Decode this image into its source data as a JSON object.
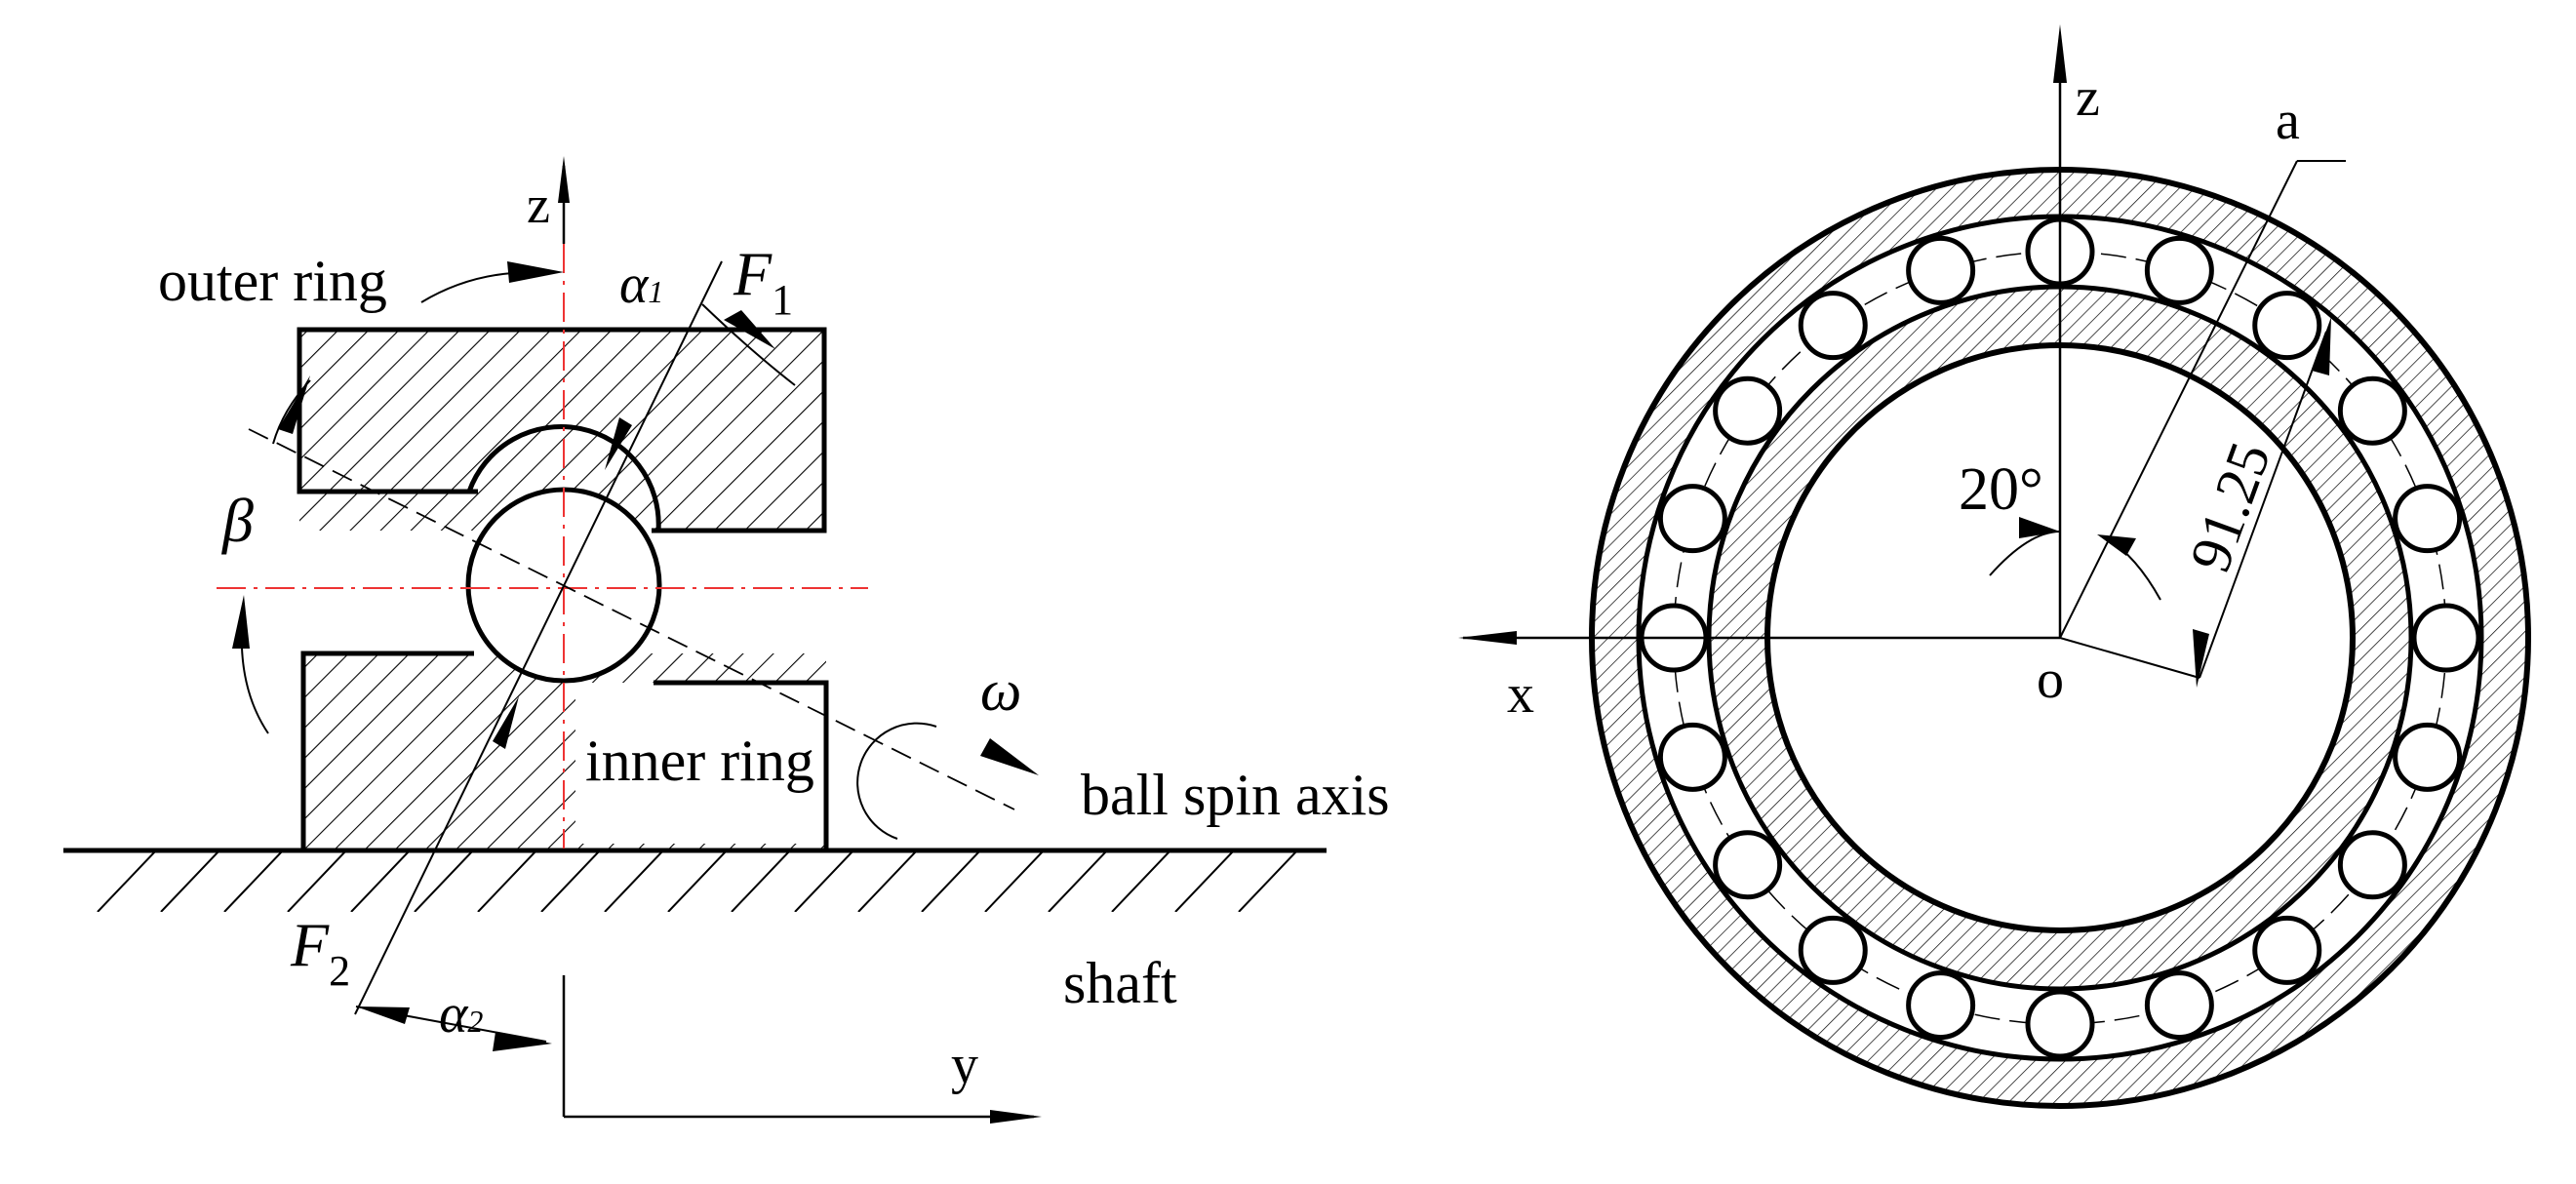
{
  "left_view": {
    "axis_z": "z",
    "axis_y": "y",
    "outer_ring": "outer ring",
    "inner_ring": "inner ring",
    "shaft": "shaft",
    "ball_spin_axis": "ball spin axis",
    "alpha1": {
      "base": "α",
      "sub": "1"
    },
    "alpha2": {
      "base": "α",
      "sub": "2"
    },
    "f1": {
      "base": "F",
      "sub": "1"
    },
    "f2": {
      "base": "F",
      "sub": "2"
    },
    "beta": "β",
    "omega": "ω"
  },
  "right_view": {
    "axis_z": "z",
    "axis_x": "x",
    "origin": "o",
    "point_a": "a",
    "angle": "20°",
    "radius_dim": "91.25",
    "ball_count": 20
  }
}
